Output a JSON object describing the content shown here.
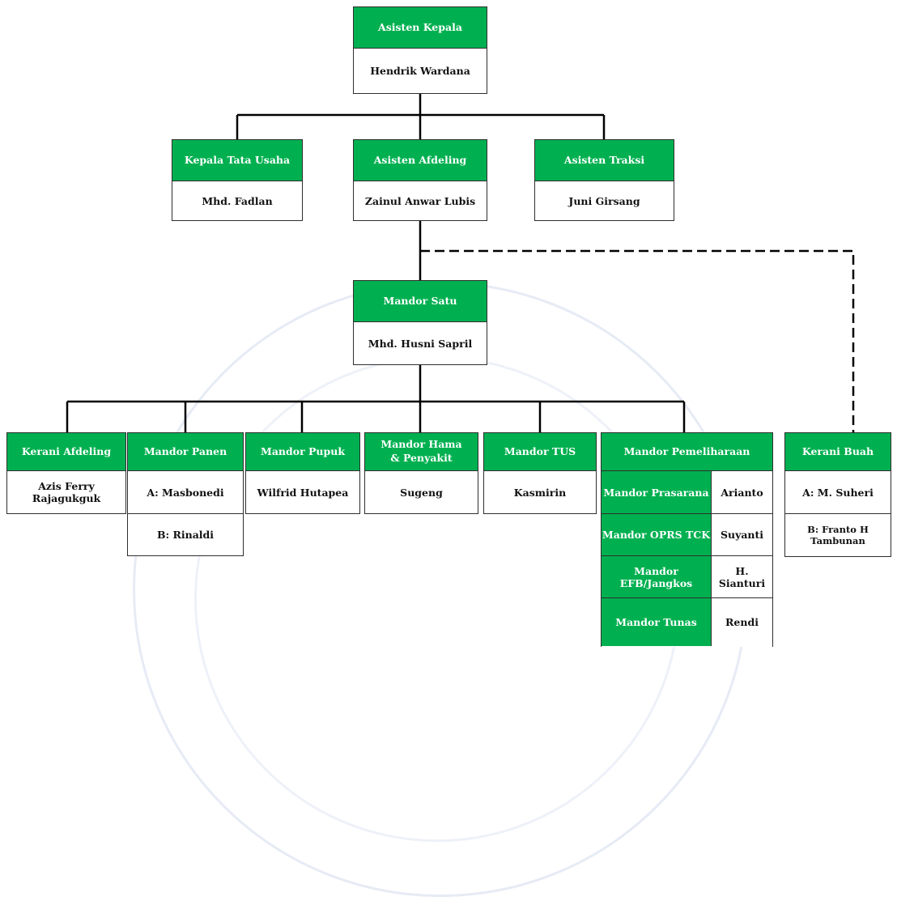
{
  "org": {
    "kepala": {
      "title": "Asisten Kepala",
      "name": "Hendrik Wardana"
    },
    "kepala_tata_usaha": {
      "title": "Kepala Tata Usaha",
      "name": "Mhd. Fadlan"
    },
    "asisten_afdeling": {
      "title": "Asisten Afdeling",
      "name": "Zainul Anwar Lubis"
    },
    "asisten_traksi": {
      "title": "Asisten Traksi",
      "name": "Juni Girsang"
    },
    "mandor_satu": {
      "title": "Mandor Satu",
      "name": "Mhd. Husni Sapril"
    },
    "kerani_afdeling": {
      "title": "Kerani Afdeling",
      "name": "Azis Ferry Rajagukguk"
    },
    "mandor_panen": {
      "title": "Mandor Panen",
      "names": [
        "A: Masbonedi",
        "B: Rinaldi"
      ]
    },
    "mandor_pupuk": {
      "title": "Mandor Pupuk",
      "name": "Wilfrid Hutapea"
    },
    "mandor_hama": {
      "title": "Mandor Hama & Penyakit",
      "name": "Sugeng"
    },
    "mandor_tus": {
      "title": "Mandor TUS",
      "name": "Kasmirin"
    },
    "mandor_pemeliharaan": {
      "title": "Mandor Pemeliharaan",
      "rows": [
        {
          "role": "Mandor Prasarana",
          "name": "Arianto"
        },
        {
          "role": "Mandor OPRS TCK",
          "name": "Suyanti"
        },
        {
          "role": "Mandor EFB/Jangkos",
          "name": "H. Sianturi"
        },
        {
          "role": "Mandor Tunas",
          "name": "Rendi"
        }
      ]
    },
    "kerani_buah": {
      "title": "Kerani Buah",
      "names": [
        "A: M. Suheri",
        "B: Franto H Tambunan"
      ]
    }
  },
  "colors": {
    "header_green": "#00b050",
    "line": "#000000"
  }
}
